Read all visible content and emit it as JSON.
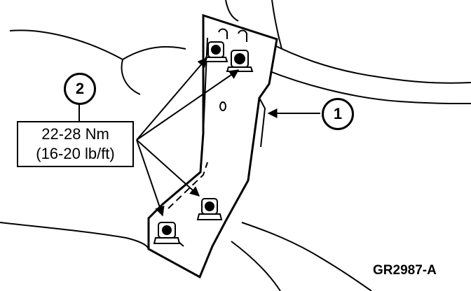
{
  "callouts": {
    "bracket_number": "1",
    "fastener_number": "2"
  },
  "torque_spec": {
    "metric": "22-28 Nm",
    "imperial": "(16-20 lb/ft)"
  },
  "figure_id": "GR2987-A"
}
